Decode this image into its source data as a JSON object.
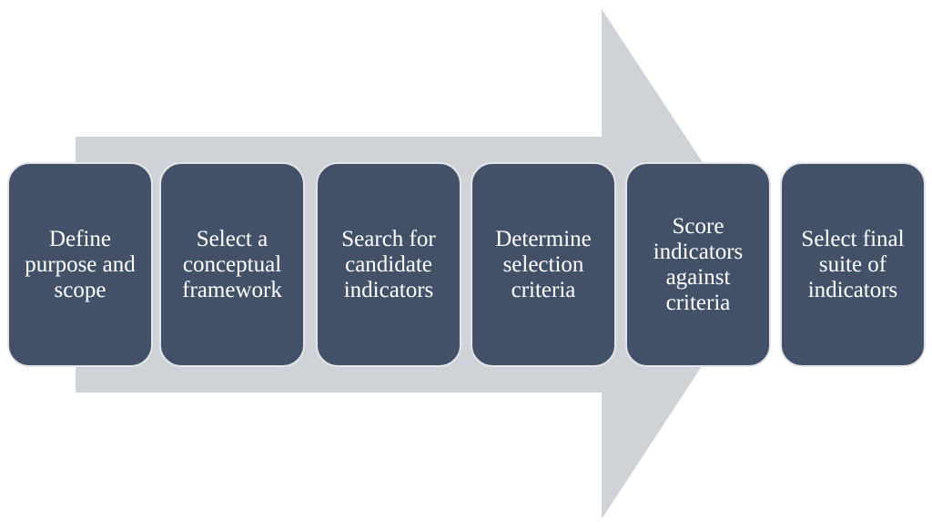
{
  "diagram": {
    "colors": {
      "arrow": "#cfd2d6",
      "step_fill": "#435168",
      "step_border": "#e4e6ea",
      "step_text": "#ffffff"
    },
    "steps": [
      {
        "label": "Define purpose and scope"
      },
      {
        "label": "Select a conceptual framework"
      },
      {
        "label": "Search for candidate indicators"
      },
      {
        "label": "Determine selection criteria"
      },
      {
        "label": "Score indicators against criteria"
      },
      {
        "label": "Select final suite of indicators"
      }
    ]
  }
}
